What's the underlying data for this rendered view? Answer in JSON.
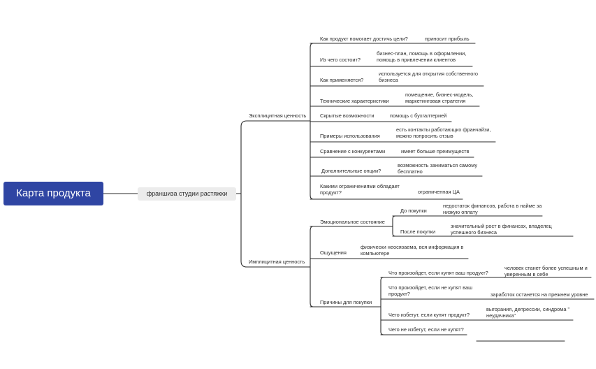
{
  "root": "Карта продукта",
  "subject": "франшиза студии растяжки",
  "explicit": {
    "label": "Эксплицитная ценность",
    "items": [
      {
        "q": "Как продукт помогает достичь цели?",
        "a": "приносит прибыль"
      },
      {
        "q": "Из чего состоит?",
        "a": "бизнес-план, помощь в оформлении, помощь в привлечении клиентов"
      },
      {
        "q": "Как применяется?",
        "a": "используется для открытия собственного бизнеса"
      },
      {
        "q": "Технические характеристики",
        "a": "помещение, бизнес-модель, маркетинговая стратегия"
      },
      {
        "q": "Скрытые возможности",
        "a": "помощь с бухгалтерией"
      },
      {
        "q": "Примеры использования",
        "a": "есть контакты работающих франчайзи, можно попросить отзыв"
      },
      {
        "q": "Сравнение с конкурентами",
        "a": "имеет больше преимуществ"
      },
      {
        "q": "Дополнительные опции?",
        "a": "возможность заниматься самому бесплатно"
      },
      {
        "q": "Какими ограничениями обладает продукт?",
        "a": "ограниченная ЦА"
      }
    ]
  },
  "implicit": {
    "label": "Имплицитная ценность",
    "emotional": {
      "label": "Эмоциональное состояние",
      "before": {
        "label": "До покупки",
        "a": "недостаток финансов, работа в найме за низкую оплату"
      },
      "after": {
        "label": "После покупки",
        "a": "значительный рост в финансах, владелец успешного бизнеса"
      }
    },
    "feelings": {
      "label": "Ощущения",
      "a": "физически неосязаема, вся информация в компьютере"
    },
    "reasons": {
      "label": "Причины для покупки",
      "items": [
        {
          "q": "Что произойдет, если купят ваш продукт?",
          "a": "человек станет более успешным и уверенным в себе"
        },
        {
          "q": "Что произойдет, если не купят ваш продукт?",
          "a": "заработок останется на прежнем уровне"
        },
        {
          "q": "Чего избегут, если купят продукт?",
          "a": "выгорания, депрессии, синдрома \" неудачника\""
        },
        {
          "q": "Чего не избегут, если не купят?",
          "a": ""
        }
      ]
    }
  },
  "colors": {
    "root_bg": "#2f45a3",
    "subject_bg": "#ececec",
    "line": "#2a2a2a"
  }
}
